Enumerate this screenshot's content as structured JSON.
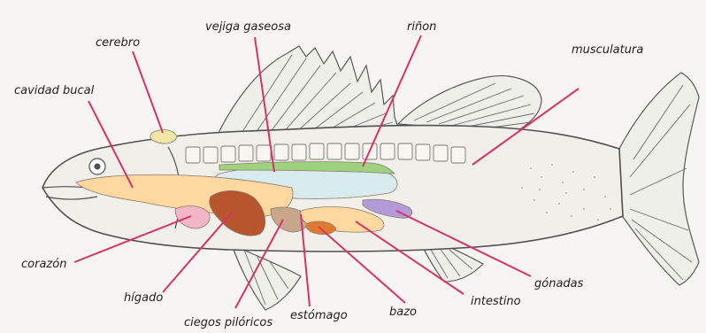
{
  "labels": {
    "cerebro": "cerebro",
    "vejiga": "vejiga gaseosa",
    "rinon": "riñon",
    "musculatura": "musculatura",
    "cavidad": "cavidad bucal",
    "corazon": "corazón",
    "higado": "hígado",
    "ciegos": "ciegos pilóricos",
    "estomago": "estómago",
    "bazo": "bazo",
    "intestino": "intestino",
    "gonadas": "gónadas"
  },
  "colors": {
    "background": "#f7f5f2",
    "outline": "#555555",
    "leader_line": "#d6336c",
    "liver_and_stomach": "#ffd8a0",
    "liver_lobe": "#b7552f",
    "heart": "#f2b6c8",
    "swim_bladder": "#d8ecf0",
    "kidney": "#9ed27f",
    "gonads": "#b39ad8",
    "spleen": "#e07a2e",
    "brain": "#f0e6a8"
  }
}
